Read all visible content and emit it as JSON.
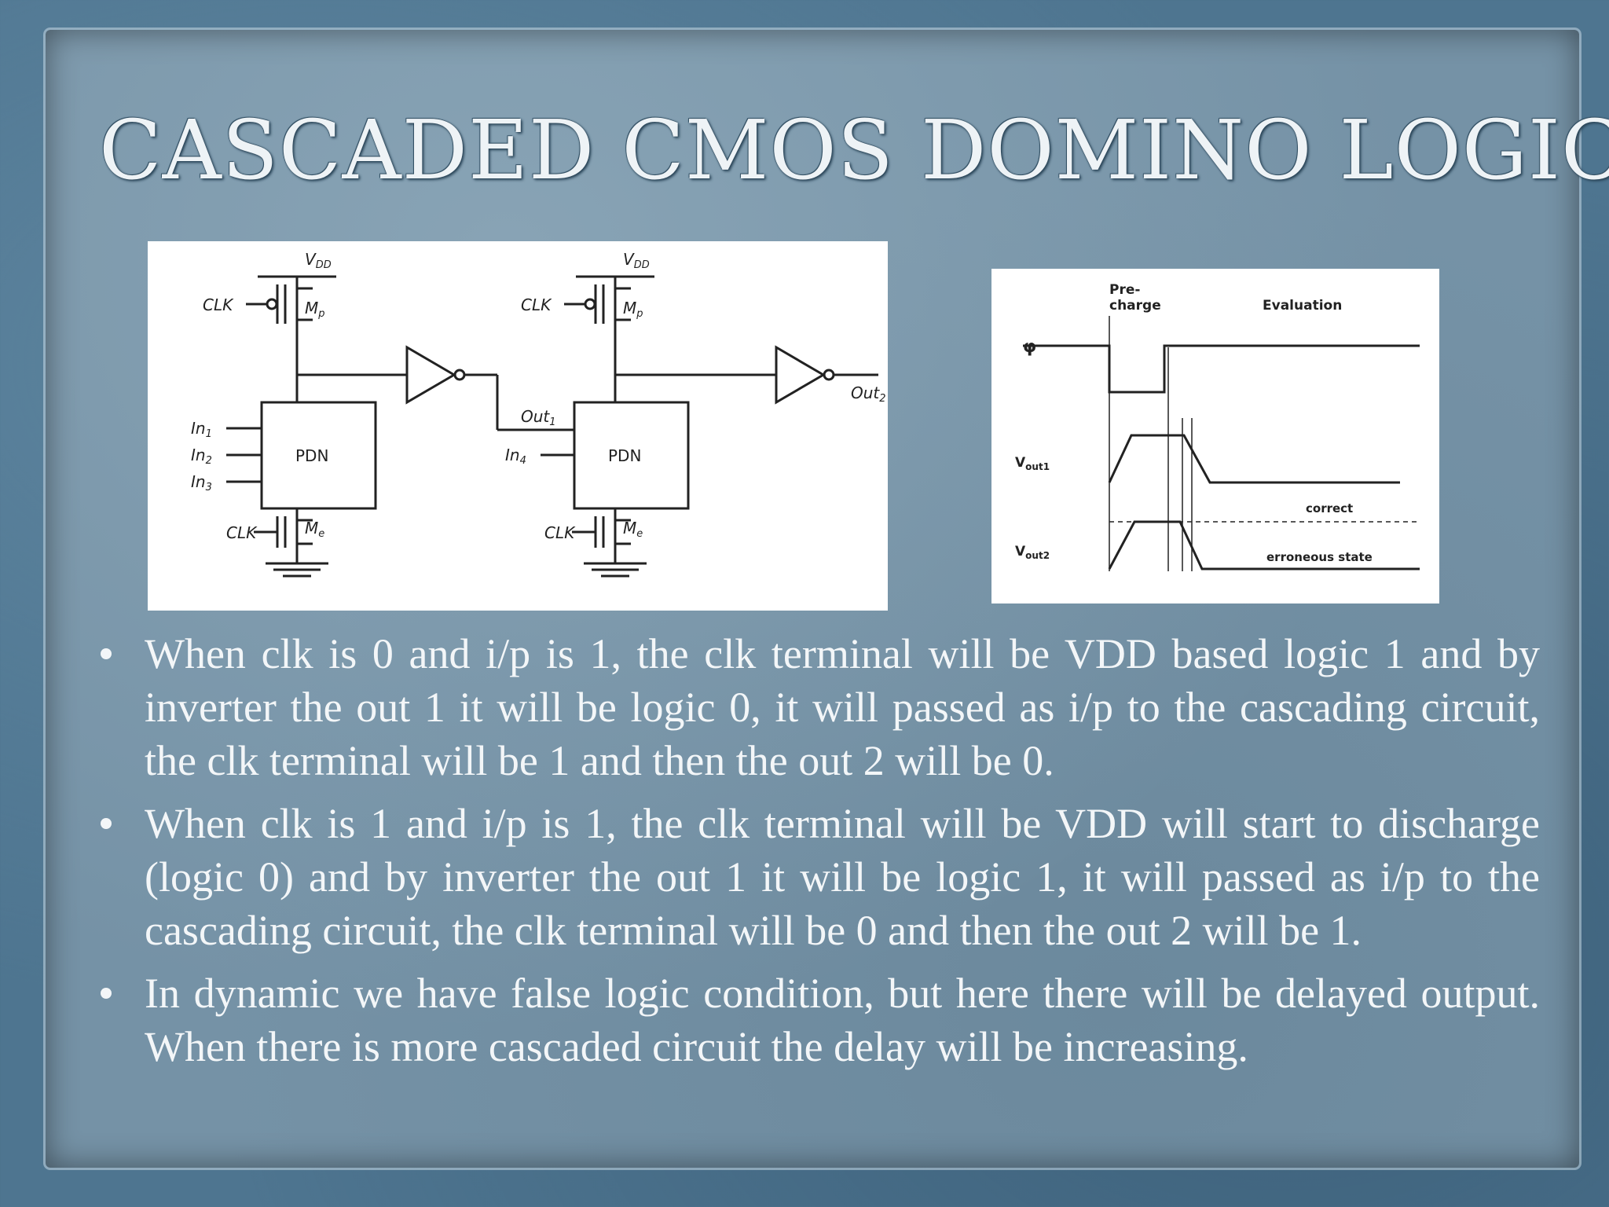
{
  "slide": {
    "title": "CASCADED CMOS DOMINO LOGIC",
    "bullets": [
      "When clk is 0 and i/p is 1, the clk terminal will be VDD based logic 1 and by inverter the out 1 it will be logic 0, it will passed as i/p to the cascading circuit, the clk terminal will be 1 and then the out 2 will be 0.",
      "When clk is 1 and i/p is 1, the clk terminal will be VDD will start to discharge (logic 0) and by inverter the out 1 it will be logic 1, it will passed as i/p to the cascading circuit, the clk terminal will be 0 and then the out 2 will be 1.",
      "In dynamic we have false logic condition, but here there will be delayed output. When there is more cascaded circuit the delay will be increasing."
    ]
  },
  "circuit": {
    "vdd1": "V",
    "vdd2": "V",
    "vdd_sub": "DD",
    "clk_p1": "CLK",
    "clk_p2": "CLK",
    "clk_n1": "CLK",
    "clk_n2": "CLK",
    "mp": "M",
    "mp_sub": "p",
    "me": "M",
    "me_sub": "e",
    "pdn1": "PDN",
    "pdn2": "PDN",
    "in1": "In",
    "in1_sub": "1",
    "in2": "In",
    "in2_sub": "2",
    "in3": "In",
    "in3_sub": "3",
    "in4": "In",
    "in4_sub": "4",
    "out1": "Out",
    "out1_sub": "1",
    "out2": "Out",
    "out2_sub": "2"
  },
  "timing": {
    "precharge_line1": "Pre-",
    "precharge_line2": "charge",
    "evaluation": "Evaluation",
    "phi": "φ",
    "vout1": "V",
    "vout1_sub": "out1",
    "vout2": "V",
    "vout2_sub": "out2",
    "correct": "correct",
    "erroneous": "erroneous state"
  }
}
